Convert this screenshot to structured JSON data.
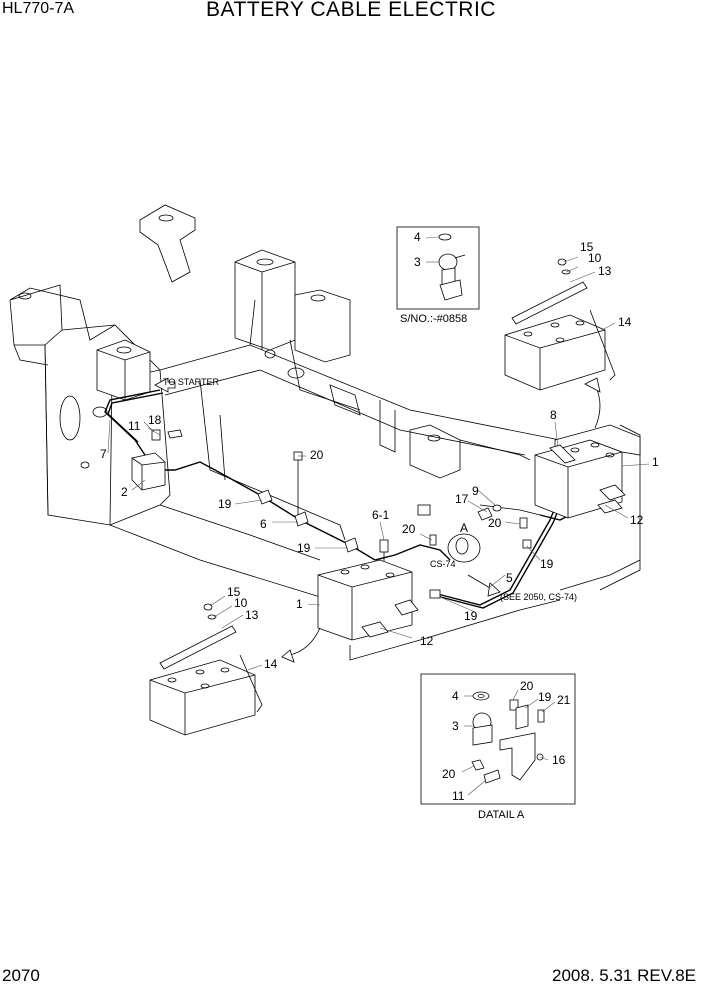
{
  "header": {
    "model": "HL770-7A",
    "title": "BATTERY CABLE ELECTRIC"
  },
  "footer": {
    "page": "2070",
    "date_rev": "2008. 5.31  REV.8E"
  },
  "notes": {
    "to_starter": "TO STARTER",
    "sno": "S/NO.:-#0858",
    "see_ref": "(SEE 2050, CS-74)",
    "cs74": "CS-74",
    "detail_a": "DATAIL A",
    "detail_marker": "A"
  },
  "labels": {
    "p1a": "1",
    "p1b": "1",
    "p2": "2",
    "p3a": "3",
    "p3b": "3",
    "p4a": "4",
    "p4b": "4",
    "p5": "5",
    "p6": "6",
    "p6_1": "6-1",
    "p7": "7",
    "p8": "8",
    "p9": "9",
    "p10a": "10",
    "p10b": "10",
    "p11a": "11",
    "p11b": "11",
    "p12a": "12",
    "p12b": "12",
    "p13a": "13",
    "p13b": "13",
    "p14a": "14",
    "p14b": "14",
    "p15a": "15",
    "p15b": "15",
    "p16": "16",
    "p17": "17",
    "p18": "18",
    "p19a": "19",
    "p19b": "19",
    "p19c": "19",
    "p19d": "19",
    "p19e": "19",
    "p20a": "20",
    "p20b": "20",
    "p20c": "20",
    "p20d": "20",
    "p20e": "20",
    "p21": "21"
  }
}
